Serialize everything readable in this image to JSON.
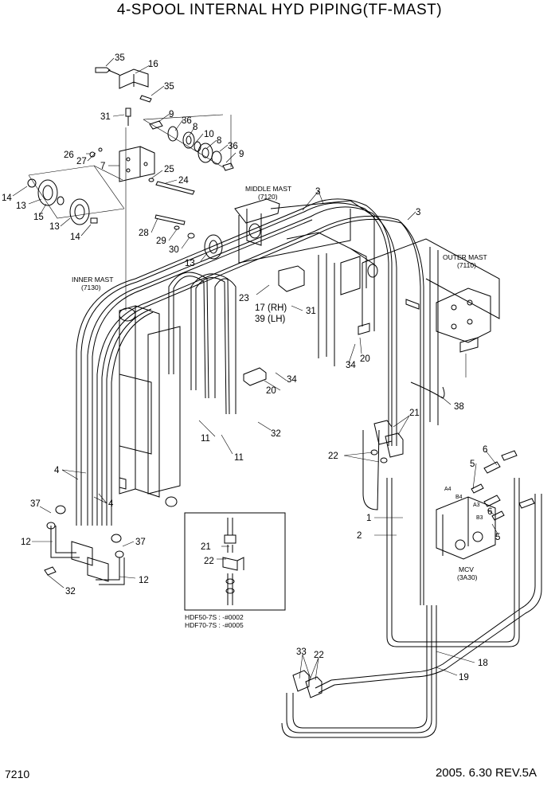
{
  "title": "4-SPOOL INTERNAL HYD PIPING(TF-MAST)",
  "page_number": "7210",
  "revision": "2005. 6.30 REV.5A",
  "mast_labels": {
    "middle": [
      "MIDDLE MAST",
      "(7120)"
    ],
    "outer": [
      "OUTER MAST",
      "(7110)"
    ],
    "inner": [
      "INNER MAST",
      "(7130)"
    ],
    "mcv": [
      "MCV",
      "(3A30)"
    ]
  },
  "side_labels": [
    "17 (RH)",
    "39 (LH)"
  ],
  "serial_notes": [
    "HDF50-7S : -#0002",
    "HDF70-7S : -#0005"
  ],
  "port_labels": [
    "A4",
    "B4",
    "A3",
    "B3"
  ],
  "callouts": [
    "35",
    "16",
    "35",
    "31",
    "9",
    "36",
    "8",
    "10",
    "8",
    "36",
    "9",
    "26",
    "27",
    "7",
    "25",
    "24",
    "14",
    "13",
    "15",
    "13",
    "14",
    "28",
    "29",
    "30",
    "13",
    "3",
    "3",
    "23",
    "31",
    "34",
    "20",
    "38",
    "21",
    "22",
    "6",
    "5",
    "6",
    "5",
    "34",
    "20",
    "32",
    "11",
    "11",
    "4",
    "4",
    "37",
    "12",
    "37",
    "12",
    "32",
    "21",
    "22",
    "1",
    "2",
    "18",
    "19",
    "33",
    "22"
  ]
}
